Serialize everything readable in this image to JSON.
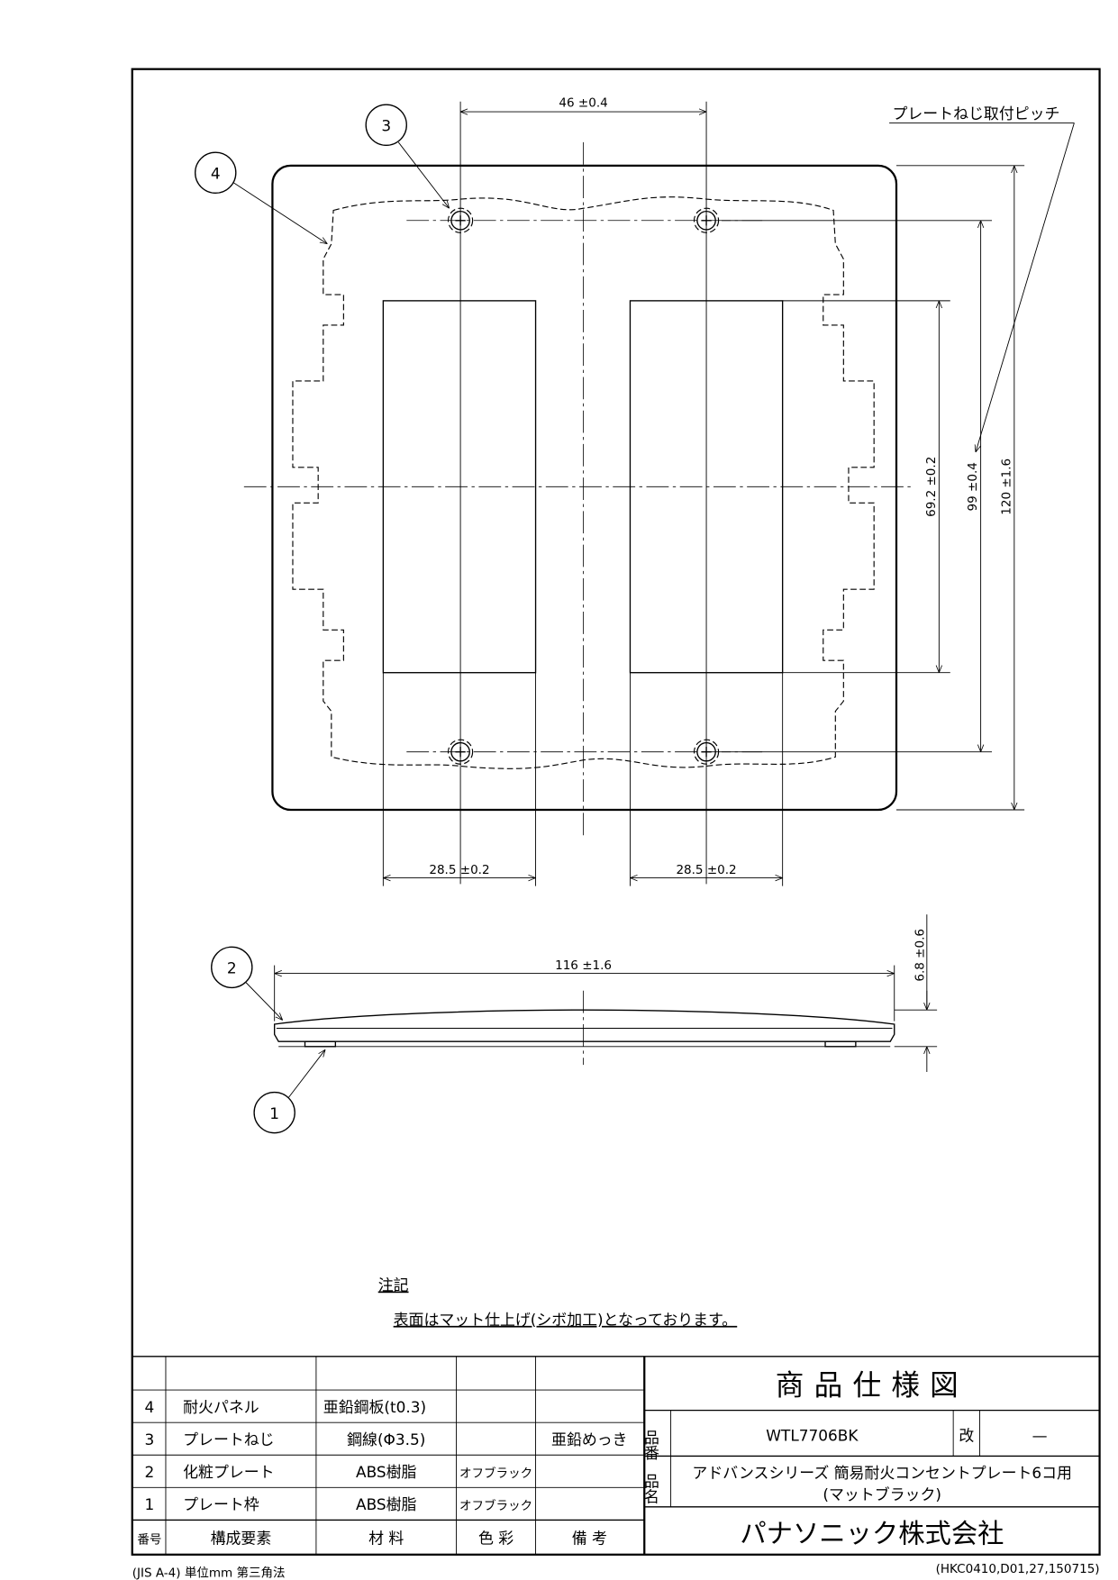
{
  "drawing": {
    "leader_label": "プレートねじ取付ピッチ",
    "dimensions": {
      "screw_pitch_h": "46 ±0.4",
      "opening_height": "69.2 ±0.2",
      "screw_pitch_v": "99 ±0.4",
      "plate_height": "120 ±1.6",
      "opening_width_left": "28.5 ±0.2",
      "opening_width_right": "28.5 ±0.2",
      "plate_width": "116 ±1.6",
      "plate_thickness": "6.8 ±0.6"
    },
    "balloons": [
      "1",
      "2",
      "3",
      "4"
    ]
  },
  "notes": {
    "heading": "注記",
    "text": "表面はマット仕上げ(シボ加工)となっております。"
  },
  "parts_table": {
    "header": {
      "no": "番号",
      "component": "構成要素",
      "material": "材 料",
      "color": "色 彩",
      "remarks": "備 考"
    },
    "rows": [
      {
        "no": "4",
        "component": "耐火パネル",
        "material": "亜鉛鋼板(t0.3)",
        "color": "",
        "remarks": ""
      },
      {
        "no": "3",
        "component": "プレートねじ",
        "material": "鋼線(Φ3.5)",
        "color": "",
        "remarks": "亜鉛めっき"
      },
      {
        "no": "2",
        "component": "化粧プレート",
        "material": "ABS樹脂",
        "color": "オフブラック",
        "remarks": ""
      },
      {
        "no": "1",
        "component": "プレート枠",
        "material": "ABS樹脂",
        "color": "オフブラック",
        "remarks": ""
      }
    ]
  },
  "title_block": {
    "title": "商品仕様図",
    "part_no_label": "品番",
    "part_no": "WTL7706BK",
    "revision_label": "改",
    "revision": "—",
    "name_label": "品名",
    "name_line1": "アドバンスシリーズ 簡易耐火コンセントプレート6コ用",
    "name_line2": "(マットブラック)",
    "company": "パナソニック株式会社"
  },
  "footer": {
    "left": "(JIS A-4) 単位mm 第三角法",
    "right": "(HKC0410,D01,27,150715)"
  }
}
